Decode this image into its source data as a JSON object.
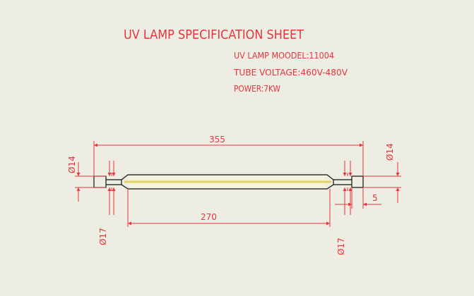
{
  "sheet": {
    "title": "UV LAMP SPECIFICATION SHEET",
    "specs": [
      "UV LAMP MOODEL:11004",
      "TUBE VOLTAGE:460V-480V",
      "POWER:7KW"
    ]
  },
  "dimensions": {
    "overall_length": "355",
    "tube_length": "270",
    "left_end_diameter": "Ø14",
    "right_end_diameter": "Ø14",
    "left_tube_diameter": "Ø17",
    "right_tube_diameter": "Ø17",
    "right_step": "5"
  },
  "colors": {
    "annotation": "#e8343a",
    "outline": "#111111",
    "background": "#edede4"
  }
}
